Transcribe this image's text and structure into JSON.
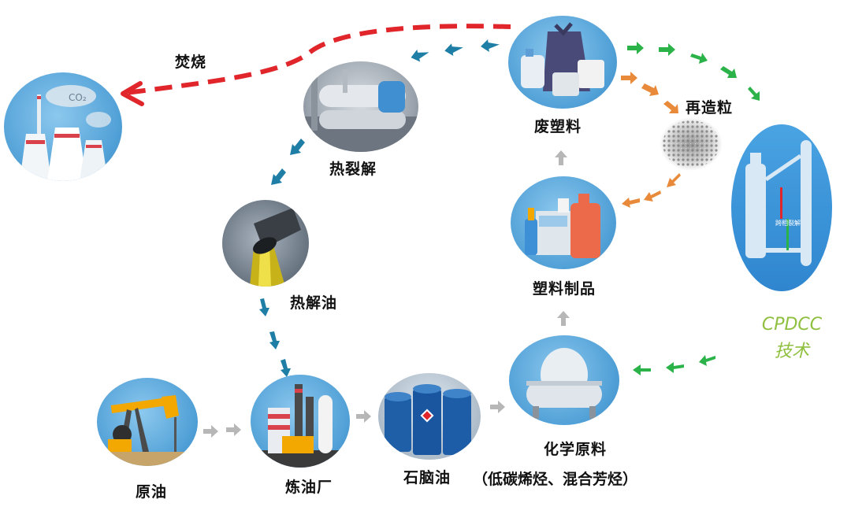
{
  "nodes": {
    "incineration": "焚烧",
    "pyrolysis": "热裂解",
    "pyrolysis_oil": "热解油",
    "crude_oil": "原油",
    "refinery": "炼油厂",
    "naphtha": "石脑油",
    "chemical_feedstock": "化学原料",
    "chemical_feedstock_detail": "（低碳烯烃、混合芳烃）",
    "plastic_products": "塑料制品",
    "waste_plastic": "废塑料",
    "regranulation": "再造粒"
  },
  "cpdcc": {
    "line1": "CPDCC",
    "line2": "技术",
    "panel_text": "跨相裂解"
  },
  "icon_text": {
    "co2": "CO₂"
  },
  "colors": {
    "node_blue": "#4f9fd6",
    "incineration_arrow": "#e0252b",
    "pyrolysis_arrow": "#1e7ea6",
    "grey_arrow": "#b7b7b7",
    "recycle_arrow": "#e98a3a",
    "cpdcc_arrow": "#2bb34a",
    "cpdcc_text": "#8fbf3f"
  }
}
